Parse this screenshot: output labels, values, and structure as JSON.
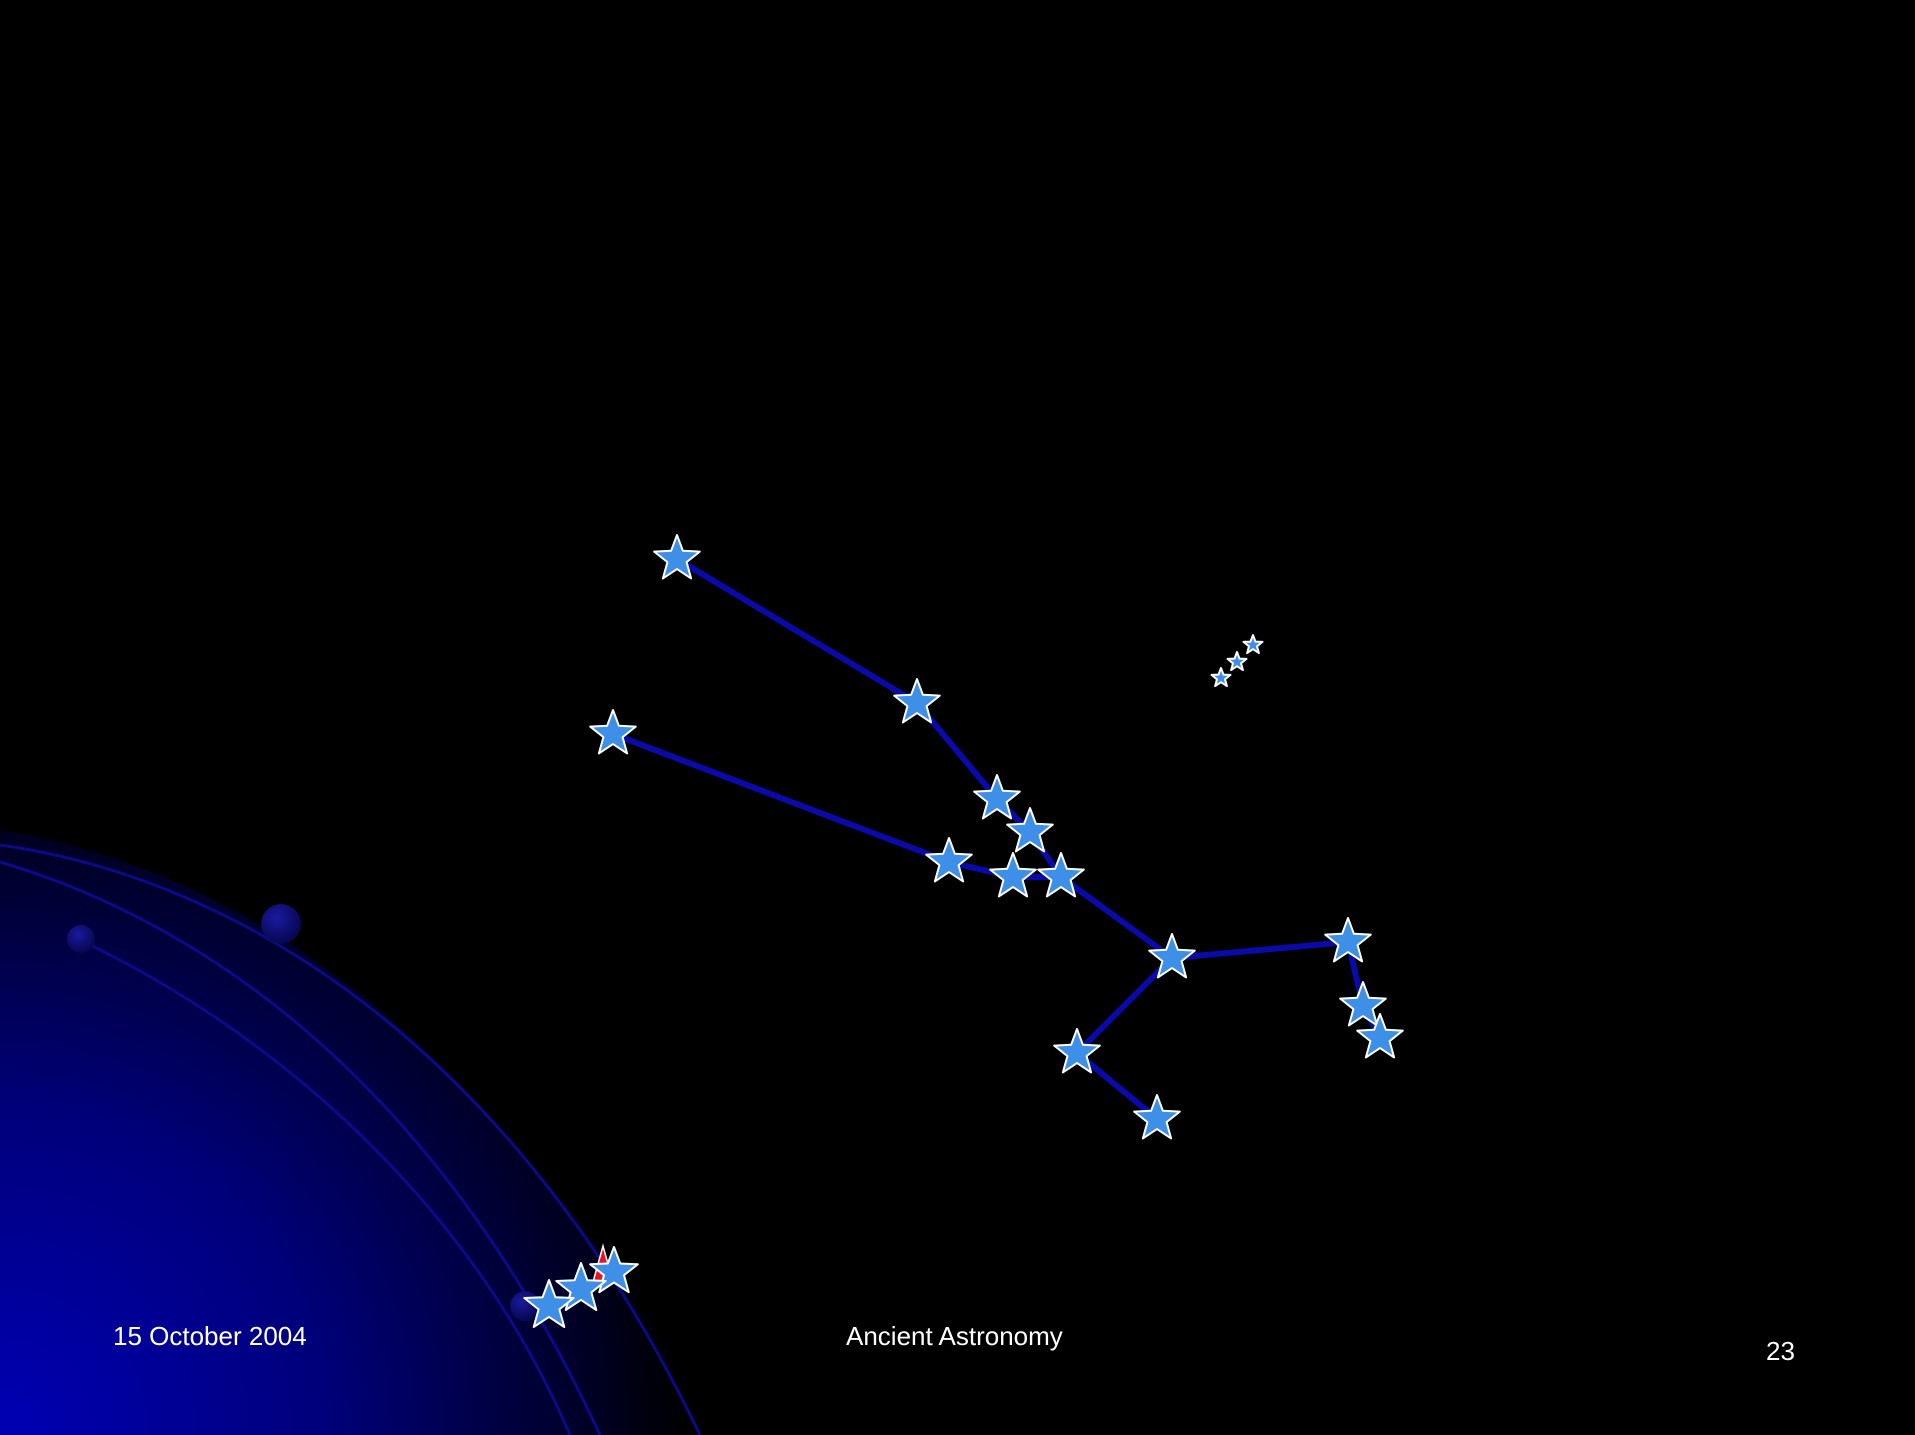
{
  "slide": {
    "footer_date": "15 October 2004",
    "footer_title": "Ancient Astronomy",
    "page_number": "23"
  },
  "colors": {
    "background": "#000000",
    "constellation_line": "#0a0aa8",
    "star_fill": "#3d8fe8",
    "star_outline": "#ffffff",
    "orbit_line": "#0b0b8a",
    "planet_fill": "#0a0a70",
    "corner_glow": "#0000b4",
    "marker_red": "#e8141e",
    "footer_text": "#ffffff"
  },
  "icons": {
    "star": "star-icon",
    "planet": "planet-icon",
    "marker": "red-marker-icon"
  }
}
